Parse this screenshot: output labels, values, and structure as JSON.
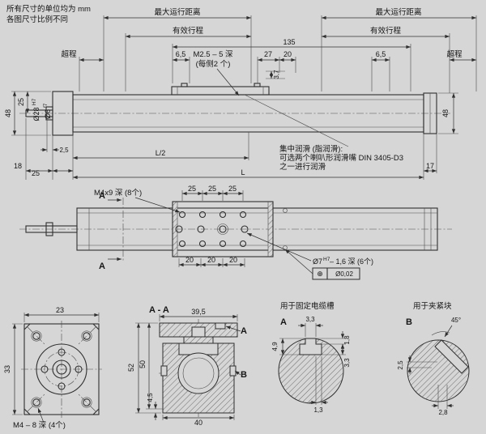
{
  "colors": {
    "background": "#d6d6d6",
    "line": "#2f2f2f"
  },
  "notes": {
    "units": "所有尺寸的单位均为 mm",
    "scale": "各图尺寸比例不同"
  },
  "side_view": {
    "max_travel_left": "最大运行距离",
    "max_travel_right": "最大运行距离",
    "effective_stroke_left": "有效行程",
    "effective_stroke_right": "有效行程",
    "overtravel_left": "超程",
    "overtravel_right": "超程",
    "dim_135": "135",
    "dim_6_5_left": "6,5",
    "dim_6_5_right": "6,5",
    "dim_27": "27",
    "dim_20": "20",
    "dim_3_7": "3,7",
    "thread_note_line1": "M2.5 – 5 深",
    "thread_note_line2": "(每侧2 个)",
    "dim_48_left": "48",
    "dim_48_right": "48",
    "dim_25_upper": "25",
    "dia_pilot": "Ø28",
    "dia_pilot_tol": "H7",
    "dia_shaft": "Ø6",
    "dia_shaft_tol": "f7",
    "dim_2_5": "2,5",
    "dim_half_length": "L/2",
    "dim_18": "18",
    "dim_25_lower": "25",
    "dim_length": "L",
    "dim_17": "17",
    "lube_note_line1": "集中润滑 (脂润滑):",
    "lube_note_line2": "可选两个喇叭形润滑嘴 DIN 3405-D3",
    "lube_note_line3": "之一进行润滑"
  },
  "plan_view": {
    "thread_note": "M4x9 深 (8个)",
    "dims_25": [
      "25",
      "25",
      "25"
    ],
    "dims_20": [
      "20",
      "20",
      "20"
    ],
    "section_label_top": "A",
    "section_label_bottom": "A",
    "dowel_note_dia": "Ø7",
    "dowel_note_tol": "H7",
    "dowel_note_rest": "– 1,6 深 (6个)",
    "position_tol_symbol": "⊕",
    "position_tol_value": "Ø0,02"
  },
  "end_view": {
    "dim_23": "23",
    "dim_33": "33",
    "thread_note": "M4 – 8 深 (4个)"
  },
  "section_aa": {
    "title": "A - A",
    "dim_39_5": "39,5",
    "dim_52": "52",
    "dim_50": "50",
    "dim_4_5": "4,5",
    "dim_40": "40",
    "callout_a": "A",
    "callout_b": "B"
  },
  "detail_a": {
    "title": "用于固定电缆槽",
    "label": "A",
    "dim_slot_width": "3,3",
    "dim_1_8": "1,8",
    "dim_4_9": "4,9",
    "dim_3_3": "3,3",
    "dim_1_3": "1,3"
  },
  "detail_b": {
    "title": "用于夹紧块",
    "label": "B",
    "dim_angle": "45°",
    "dim_2_5": "2,5",
    "dim_2_8": "2,8"
  }
}
